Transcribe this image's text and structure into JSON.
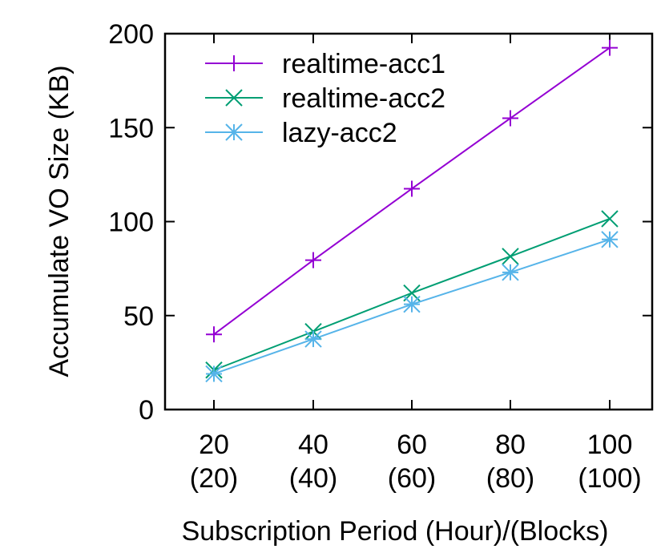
{
  "chart_data": {
    "type": "line",
    "title": "",
    "xlabel": "Subscription Period (Hour)/(Blocks)",
    "ylabel": "Accumulate VO Size (KB)",
    "ylim": [
      0,
      200
    ],
    "yticks": [
      "0",
      "50",
      "100",
      "150",
      "200"
    ],
    "categories": [
      {
        "top": "20",
        "bottom": "(20)"
      },
      {
        "top": "40",
        "bottom": "(40)"
      },
      {
        "top": "60",
        "bottom": "(60)"
      },
      {
        "top": "80",
        "bottom": "(80)"
      },
      {
        "top": "100",
        "bottom": "(100)"
      }
    ],
    "x": [
      20,
      40,
      60,
      80,
      100
    ],
    "grid": false,
    "legend_position": "top-left",
    "series": [
      {
        "name": "realtime-acc1",
        "color": "#9400d3",
        "marker": "plus",
        "values": [
          40,
          79.5,
          117.5,
          155,
          192.5
        ]
      },
      {
        "name": "realtime-acc2",
        "color": "#009e73",
        "marker": "cross",
        "values": [
          21,
          41.5,
          62,
          81.5,
          101.5
        ]
      },
      {
        "name": "lazy-acc2",
        "color": "#56b4e9",
        "marker": "star",
        "values": [
          19,
          37.5,
          56,
          73,
          90.5
        ]
      }
    ]
  }
}
